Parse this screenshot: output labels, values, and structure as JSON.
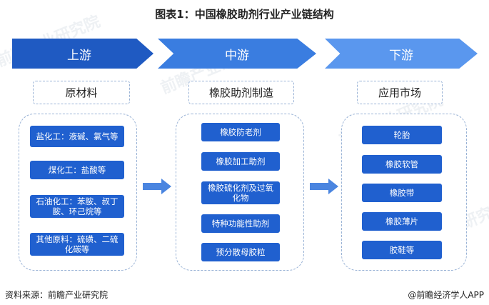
{
  "title": "图表1：中国橡胶助剂行业产业链结构",
  "watermark_text": "前瞻产业研究院",
  "stages": [
    {
      "label": "上游",
      "header": "原材料",
      "items": [
        "盐化工：液碱、氯气等",
        "煤化工：盐酸等",
        "石油化工：苯胺、叔丁胺、环己烷等",
        "其他原料：硫磺、二硫化碳等"
      ]
    },
    {
      "label": "中游",
      "header": "橡胶助剂制造",
      "items": [
        "橡胶防老剂",
        "橡胶加工助剂",
        "橡胶硫化剂及过氧化物",
        "特种功能性助剂",
        "预分散母胶粒"
      ]
    },
    {
      "label": "下游",
      "header": "应用市场",
      "items": [
        "轮胎",
        "橡胶软管",
        "橡胶带",
        "橡胶薄片",
        "胶鞋等"
      ]
    }
  ],
  "footer": {
    "source": "资料来源：前瞻产业研究院",
    "brand": "@前瞻经济学人APP"
  },
  "colors": {
    "upstream": "#1f5ac2",
    "midstream": "#3a7de0",
    "downstream": "#5a97ee",
    "item_box": "#2060cf",
    "arrow": "#4a85e0"
  }
}
